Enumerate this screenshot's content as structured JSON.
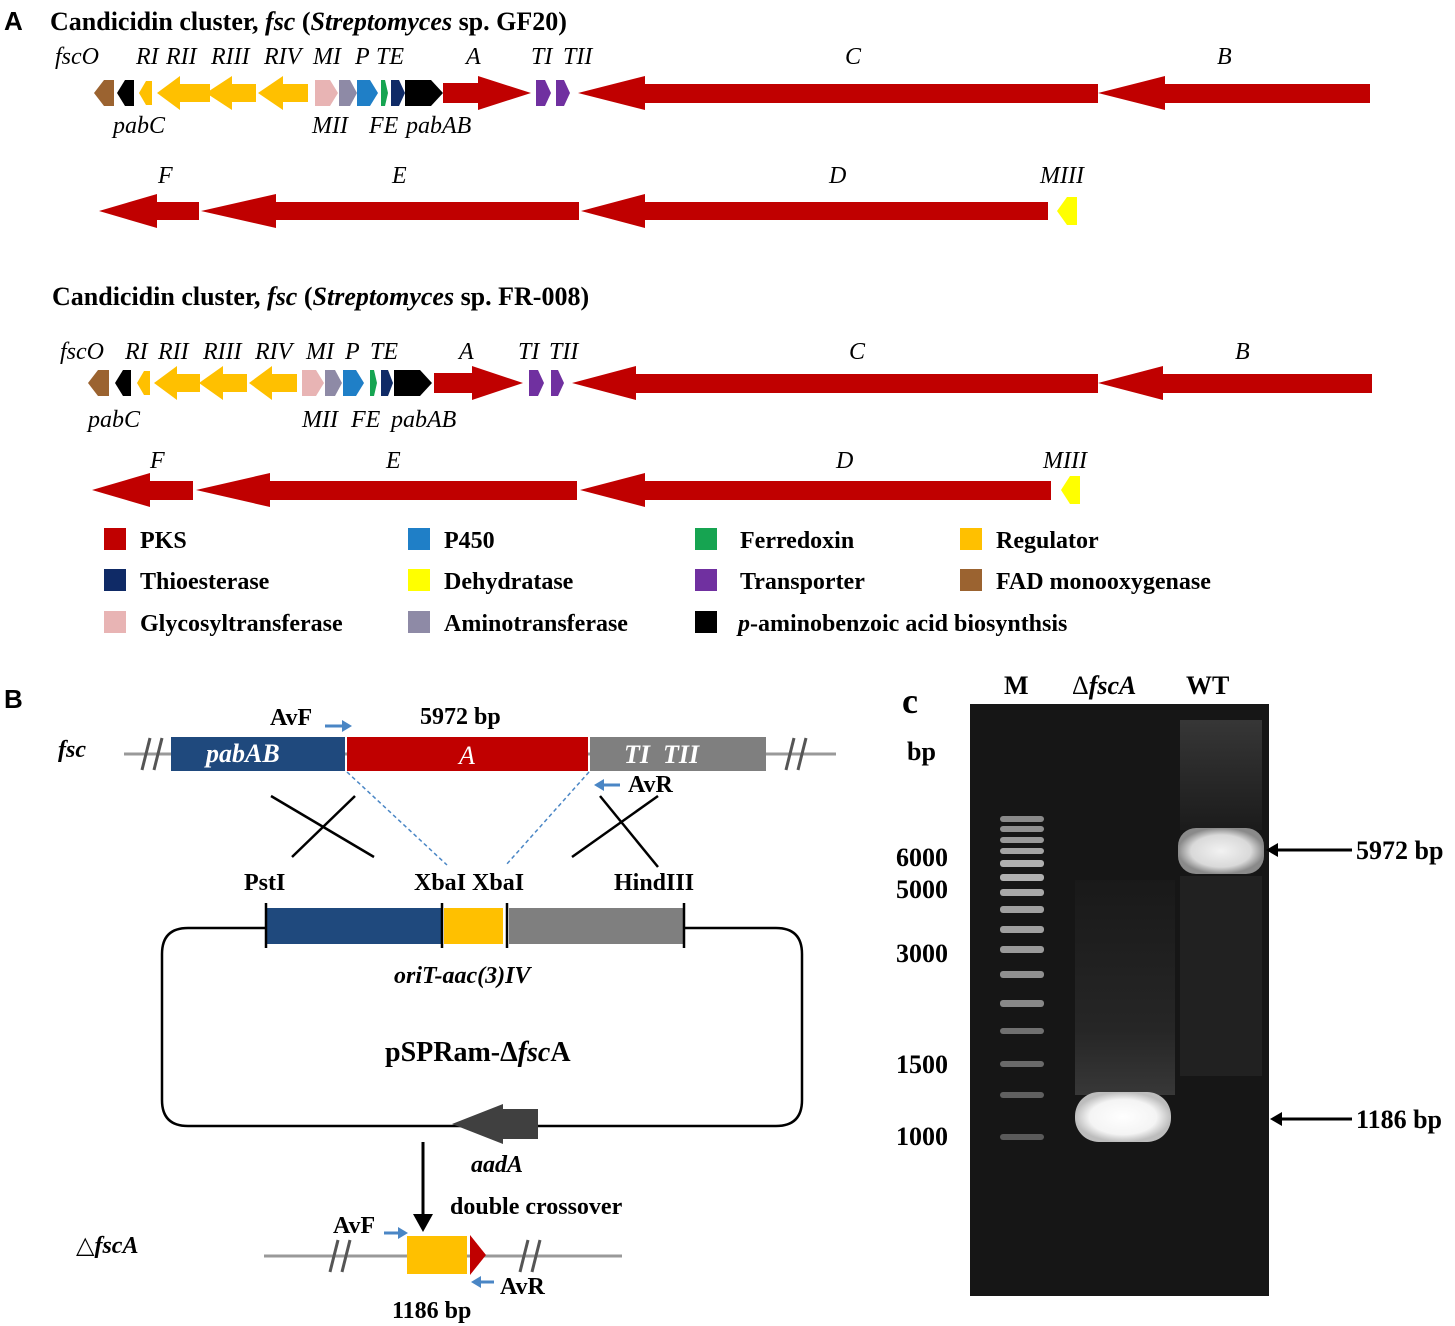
{
  "panelA": {
    "label": "A",
    "cluster1": {
      "title_pre": "Candicidin cluster, ",
      "title_fsc": "fsc",
      "title_paren_open": " (",
      "title_species": "Streptomyces",
      "title_strain": " sp. GF20)"
    },
    "cluster2": {
      "title_pre": "Candicidin cluster, ",
      "title_fsc": "fsc",
      "title_paren_open": " (",
      "title_species": "Streptomyces",
      "title_strain": " sp. FR-008)"
    },
    "gene_labels": {
      "fscO": "fscO",
      "RI": "RI",
      "RII": "RII",
      "RIII": "RIII",
      "RIV": "RIV",
      "MI": "MI",
      "P": "P",
      "TE": "TE",
      "A": "A",
      "TI": "TI",
      "TII": "TII",
      "C": "C",
      "B": "B",
      "pabC": "pabC",
      "MII": "MII",
      "FE": "FE",
      "pabAB": "pabAB",
      "F": "F",
      "E": "E",
      "D": "D",
      "MIII": "MIII"
    },
    "colors": {
      "PKS": "#c00000",
      "P450": "#1f7fc7",
      "Ferredoxin": "#16a451",
      "Regulator": "#ffc000",
      "Thioesterase": "#0f2a66",
      "Dehydratase": "#ffff00",
      "Transporter": "#7030a0",
      "FAD": "#9b6330",
      "Glyco": "#e8b4b4",
      "Amino": "#8e8aa6",
      "pABA": "#000000"
    },
    "legend": [
      {
        "color": "#c00000",
        "label": "PKS",
        "italic_prefix": ""
      },
      {
        "color": "#1f7fc7",
        "label": "P450",
        "italic_prefix": ""
      },
      {
        "color": "#16a451",
        "label": "Ferredoxin",
        "italic_prefix": ""
      },
      {
        "color": "#ffc000",
        "label": "Regulator",
        "italic_prefix": ""
      },
      {
        "color": "#0f2a66",
        "label": "Thioesterase",
        "italic_prefix": ""
      },
      {
        "color": "#ffff00",
        "label": "Dehydratase",
        "italic_prefix": ""
      },
      {
        "color": "#7030a0",
        "label": "Transporter",
        "italic_prefix": ""
      },
      {
        "color": "#9b6330",
        "label": "FAD monooxygenase",
        "italic_prefix": ""
      },
      {
        "color": "#e8b4b4",
        "label": "Glycosyltransferase",
        "italic_prefix": ""
      },
      {
        "color": "#8e8aa6",
        "label": "Aminotransferase",
        "italic_prefix": ""
      },
      {
        "color": "#000000",
        "label": "-aminobenzoic acid biosynthsis",
        "italic_prefix": "p"
      }
    ]
  },
  "panelB": {
    "label": "B",
    "fsc_label": "fsc",
    "size_label": "5972 bp",
    "AvF": "AvF",
    "AvR": "AvR",
    "pabAB": "pabAB",
    "A": "A",
    "TI_TII": "TI  TII",
    "PstI": "PstI",
    "XbaI": "XbaI XbaI",
    "HindIII": "HindIII",
    "oriT": "oriT-aac(3)IV",
    "plasmid_pre": "pSPRam-Δ",
    "plasmid_ital": "fsc",
    "plasmid_post": "A",
    "aadA": "aadA",
    "double_crossover": "double crossover",
    "delta_sym": "△",
    "delta_ital": "fscA",
    "product_size": "1186 bp",
    "colors": {
      "blue": "#1f497d",
      "red": "#c00000",
      "gray": "#7f7f7f",
      "yellow": "#ffc000",
      "dark": "#404040",
      "primer": "#4a86c5"
    }
  },
  "panelC": {
    "label": "c",
    "lane_M": "M",
    "lane_delta_sym": "Δ",
    "lane_delta_ital": "fscA",
    "lane_WT": "WT",
    "bp_label": "bp",
    "ladder": [
      "6000",
      "5000",
      "3000",
      "1500",
      "1000"
    ],
    "band_wt": "5972 bp",
    "band_mut": "1186 bp"
  }
}
